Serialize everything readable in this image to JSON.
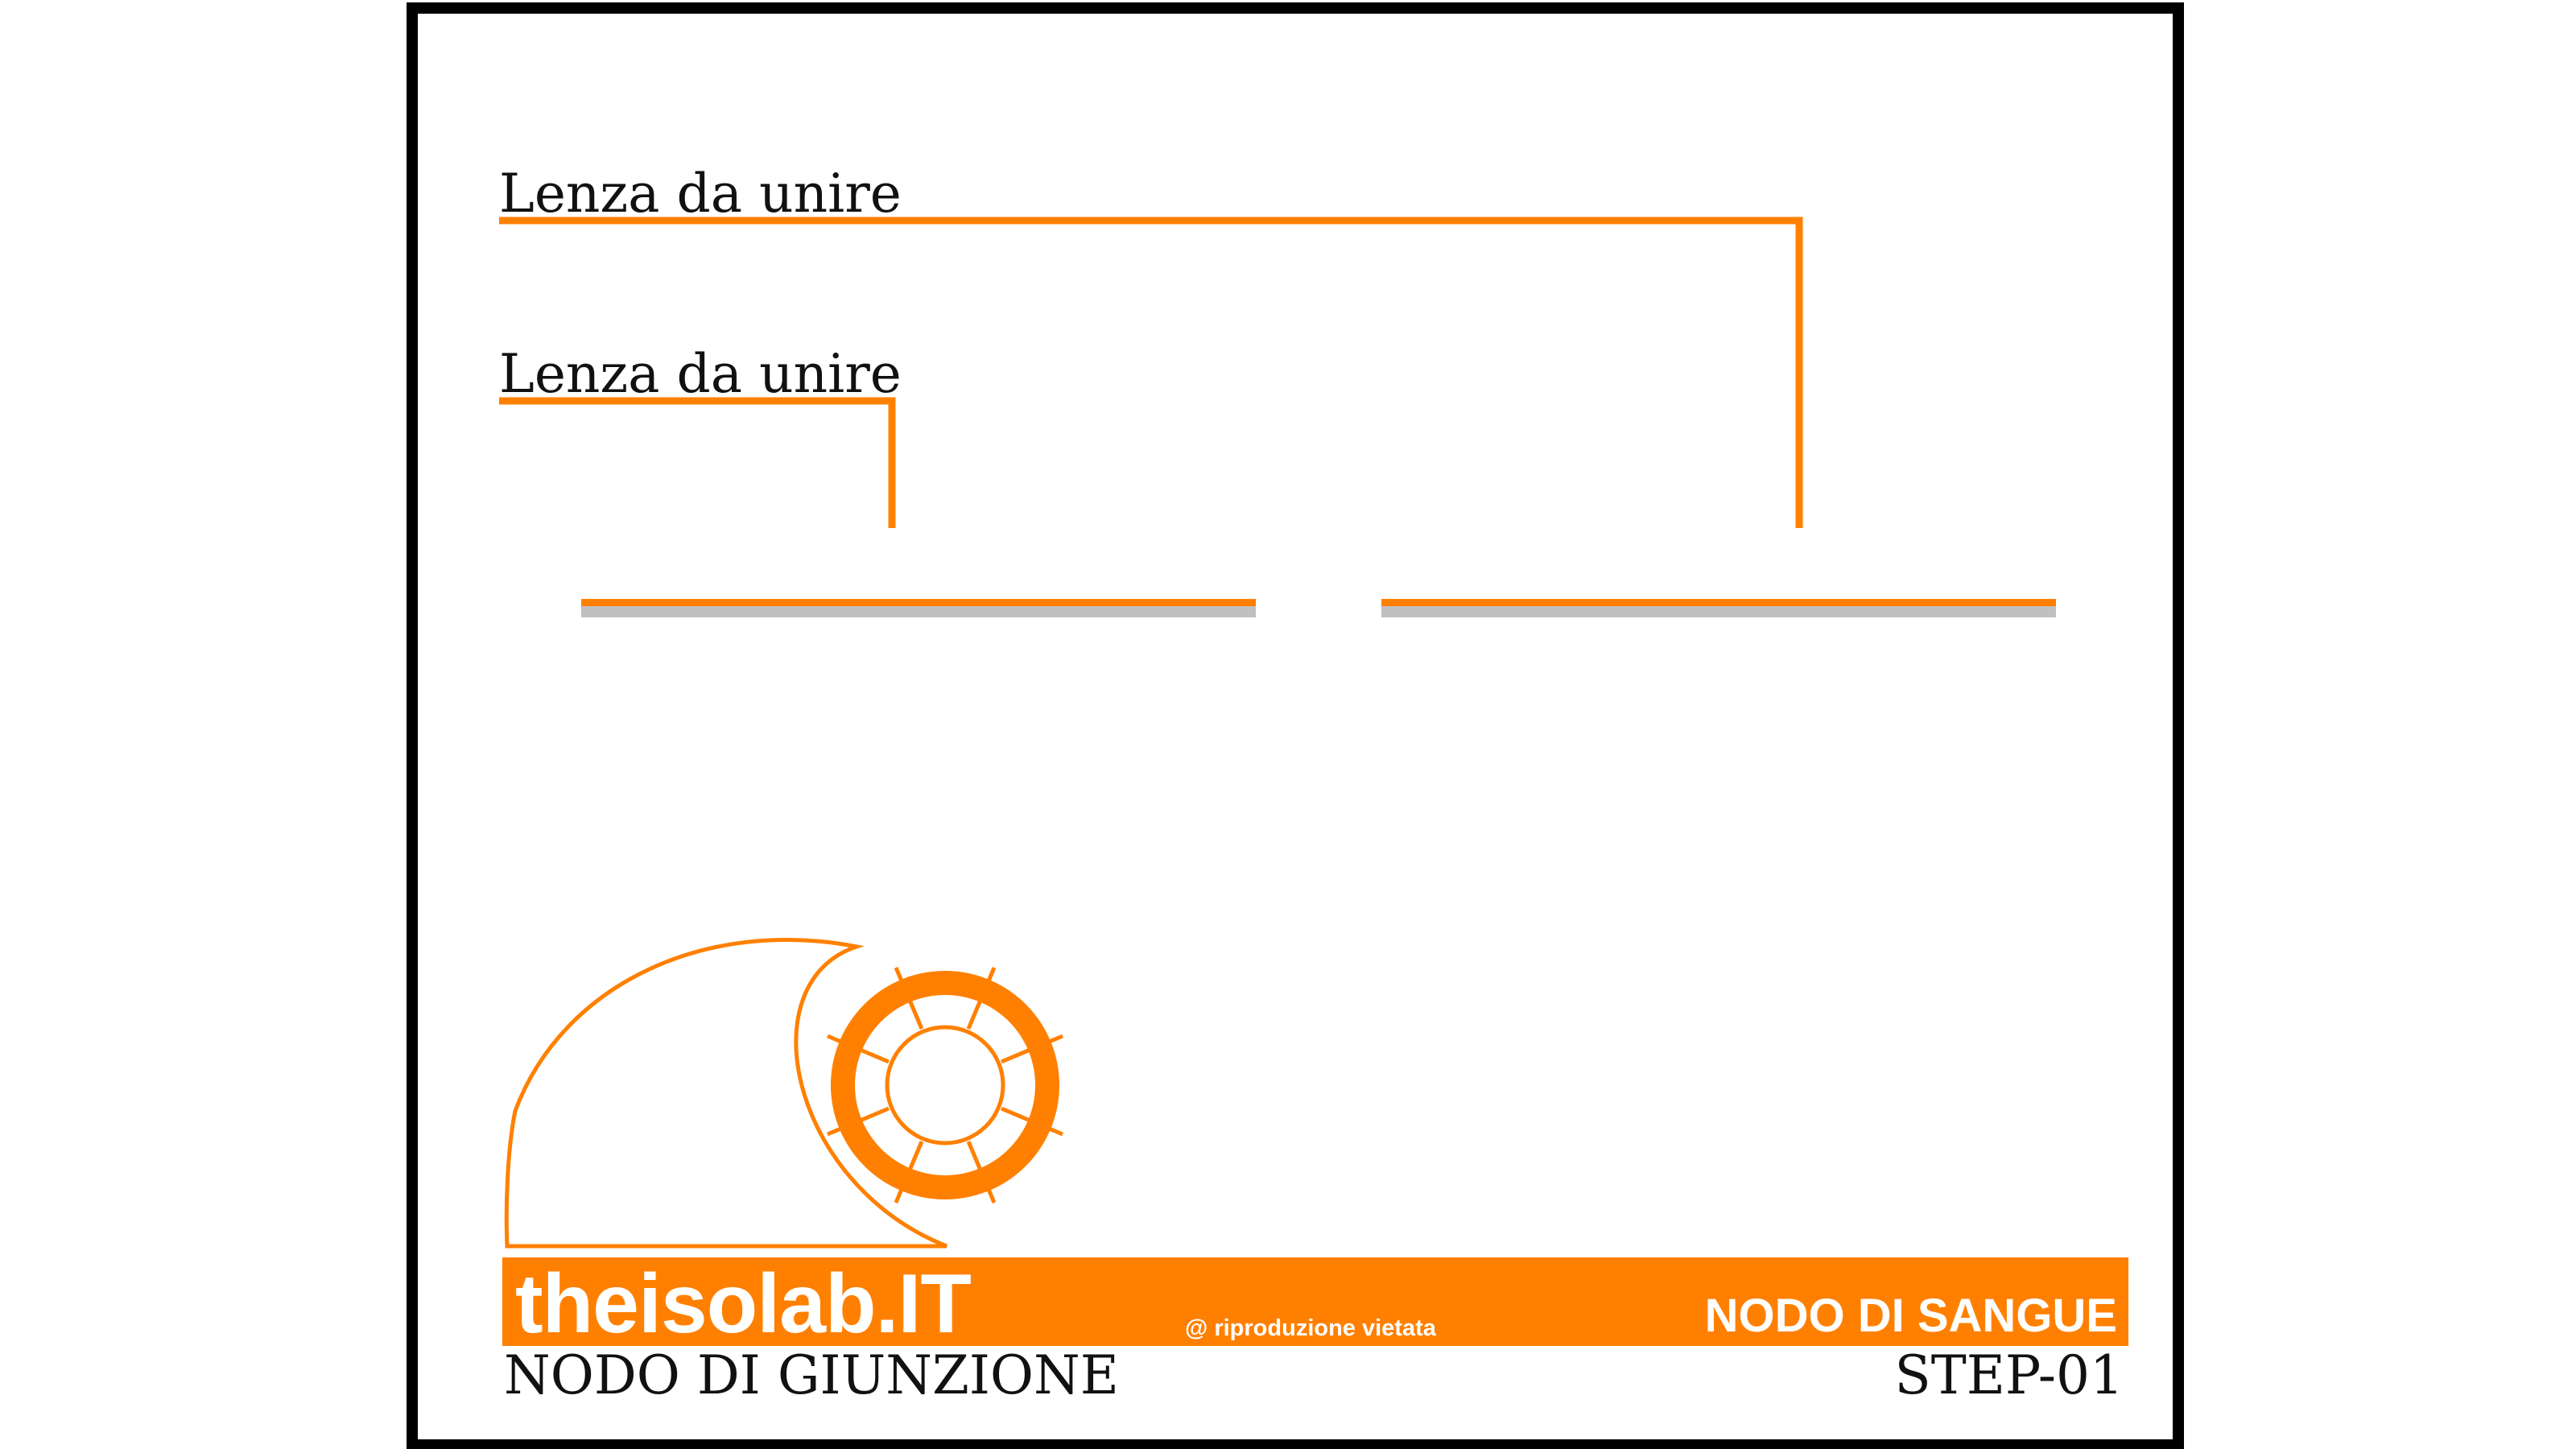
{
  "diagram": {
    "line_labels": [
      "Lenza da unire",
      "Lenza da unire"
    ]
  },
  "footer": {
    "brand": "theisolab.IT",
    "notice": "@ riproduzione vietata",
    "knot_name": "NODO DI SANGUE",
    "category": "NODO DI GIUNZIONE",
    "step": "STEP-01"
  },
  "colors": {
    "line": "#ff8000",
    "rod": "#c0c0c0",
    "frame": "#000000",
    "banner": "#ff8000"
  }
}
